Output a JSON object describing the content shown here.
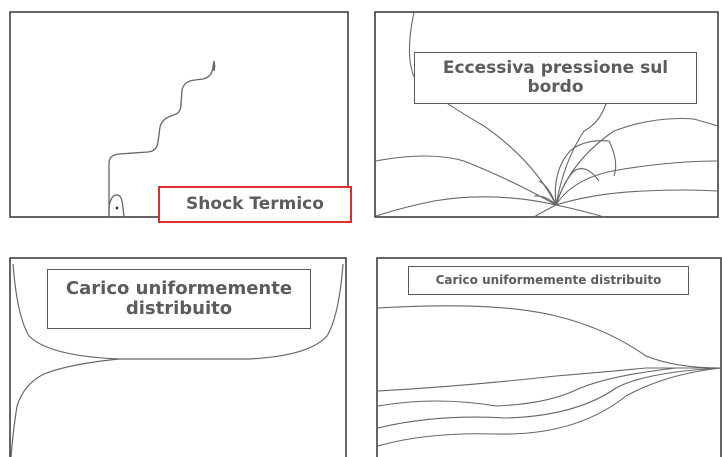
{
  "panels": [
    {
      "label": "Shock Termico",
      "highlight_color": "#d9302c"
    },
    {
      "label": "Eccessiva pressione sul bordo"
    },
    {
      "label": "Carico uniformemente distribuito"
    },
    {
      "label": "Carico uniformemente distribuito"
    }
  ],
  "colors": {
    "frame": "#333333",
    "crack": "#666666",
    "text": "#5c5c5c"
  }
}
